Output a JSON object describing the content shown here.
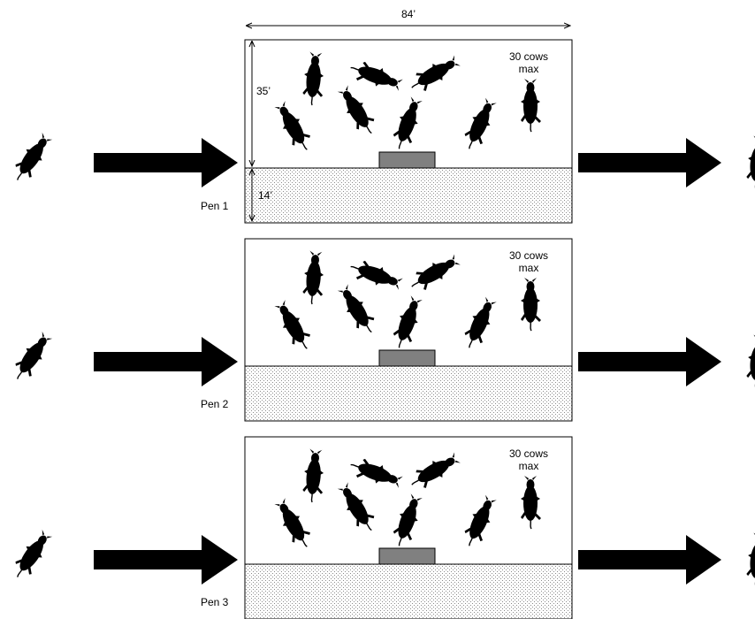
{
  "dimensions": {
    "width_label": "84’",
    "length_label": "35’",
    "alley_label": "14’"
  },
  "pens": [
    {
      "label": "Pen 1",
      "capacity": "30 cows\nmax"
    },
    {
      "label": "Pen 2",
      "capacity": "30 cows\nmax"
    },
    {
      "label": "Pen 3",
      "capacity": "30 cows\nmax"
    }
  ],
  "colors": {
    "cow": "#000000",
    "feeder": "#808080",
    "alley_stipple": "#8a8a8a",
    "outline": "#000000"
  },
  "icons": {
    "cow": "cow-topview-icon",
    "arrow": "flow-arrow-icon",
    "feeder": "feeder-block-icon"
  }
}
